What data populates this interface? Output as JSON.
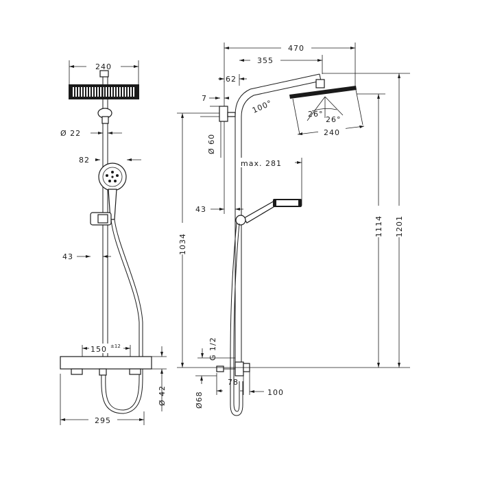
{
  "front": {
    "head_width": "240",
    "rail_diameter": "Ø 22",
    "handshower_width": "82",
    "slider_offset": "43",
    "connection_spacing": "150",
    "connection_tolerance": "±12",
    "wall_offset": "Ø 42",
    "overall_width": "295"
  },
  "side": {
    "arm_reach": "470",
    "arm_length": "355",
    "rail_offset": "62",
    "bracket_depth": "7",
    "arm_angle": "100°",
    "head_tilt_left": "26°",
    "head_tilt_right": "26°",
    "head_width": "240",
    "bracket_diameter": "Ø 60",
    "handshower_reach": "max. 281",
    "slider_offset": "43",
    "thread": "G 1/2",
    "valve_diameter": "Ø68",
    "valve_depth": "78",
    "outlet_offset": "100",
    "rail_height": "1034",
    "head_height": "1114",
    "overall_height": "1201"
  }
}
